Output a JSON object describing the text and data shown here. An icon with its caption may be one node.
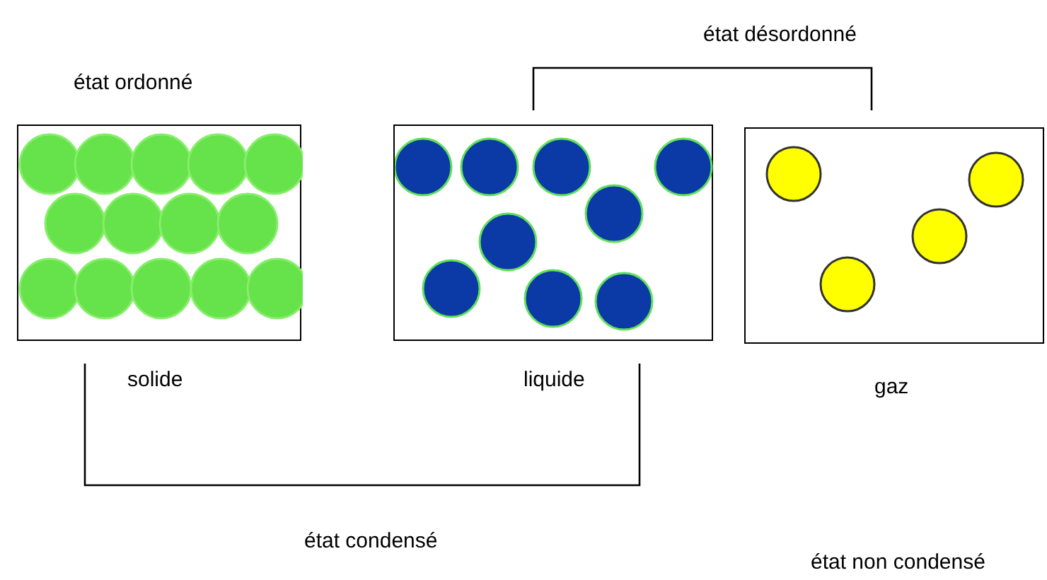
{
  "diagram": {
    "nodes": [
      {
        "text": [
          "solide"
        ]
      },
      {
        "text": [
          "liquide"
        ]
      },
      {
        "text": [
          "gaz"
        ]
      }
    ],
    "edges": [],
    "labels": [
      "état ordonné",
      "état désordonné",
      "état condensé",
      "état non condensé"
    ]
  }
}
